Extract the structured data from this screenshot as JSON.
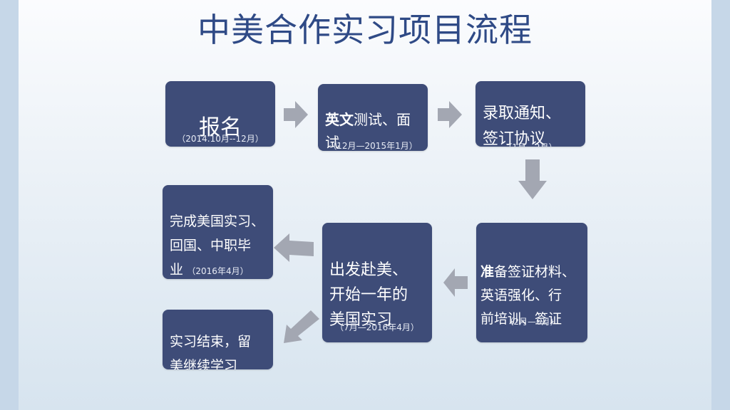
{
  "title": "中美合作实习项目流程",
  "steps": [
    {
      "main_bold": "",
      "main_rest": "报名",
      "sub": "（2014.10月--12月）"
    },
    {
      "main_bold": "英文",
      "main_rest": "测试、面\n试",
      "sub": "（12月—2015年1月）"
    },
    {
      "main_bold": "",
      "main_rest": "录取通知、\n签订协议",
      "sub": "（1月—2月）"
    },
    {
      "main_bold": "准",
      "main_rest": "备签证材料、\n英语强化、行\n前培训、签证",
      "sub": "（2月—6月）"
    },
    {
      "main_bold": "",
      "main_rest": "出发赴美、\n开始一年的\n美国实习",
      "sub": "（7月—2016年4月）"
    },
    {
      "main_bold": "",
      "main_rest": "完成美国实习、\n回国、中职毕\n业",
      "sub": "（2016年4月）"
    },
    {
      "main_bold": "",
      "main_rest": "实习结束，留\n美继续学习",
      "sub": ""
    }
  ],
  "colors": {
    "box": "#3e4c78",
    "arrow": "#a3a7b2",
    "title": "#2f4a86"
  }
}
